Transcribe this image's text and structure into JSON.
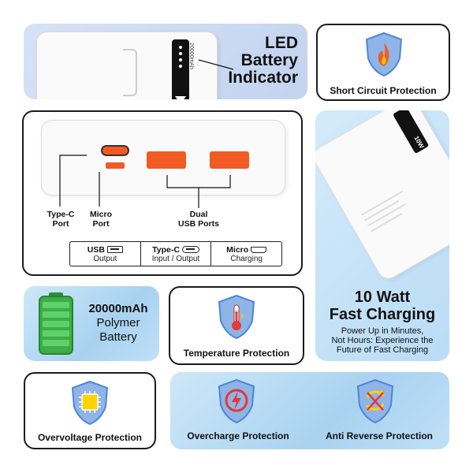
{
  "colors": {
    "shield": "#8fb4e6",
    "shield_edge": "#4d86d9",
    "port_orange": "#f15a22",
    "battery_green": "#3cae45",
    "frame": "#1b1b1b"
  },
  "led": {
    "title_lines": [
      "LED",
      "Battery",
      "Indicator"
    ],
    "device_capacity_text": "20000mAh"
  },
  "short_circuit": {
    "label": "Short Circuit Protection",
    "icon": "fire-icon"
  },
  "ports": {
    "type_c_label": "Type-C\nPort",
    "micro_label": "Micro\nPort",
    "dual_label": "Dual\nUSB Ports",
    "legend": [
      {
        "title": "USB",
        "sub": "Output",
        "icon": "usb-a-port-icon"
      },
      {
        "title": "Type-C",
        "sub": "Input / Output",
        "icon": "usb-c-port-icon"
      },
      {
        "title": "Micro",
        "sub": "Charging",
        "icon": "micro-usb-port-icon"
      }
    ]
  },
  "fast_charging": {
    "title_line1": "10 Watt",
    "title_line2": "Fast Charging",
    "subtitle": "Power Up in Minutes,\nNot Hours: Experience the\nFuture of Fast Charging",
    "device_badge": "10W"
  },
  "battery": {
    "line1": "20000mAh",
    "line2": "Polymer",
    "line3": "Battery",
    "icon": "battery-icon"
  },
  "temperature": {
    "label": "Temperature Protection",
    "icon": "thermometer-icon"
  },
  "overvoltage": {
    "label": "Overvoltage Protection",
    "icon": "chip-icon"
  },
  "overcharge": {
    "label": "Overcharge Protection",
    "icon": "lightning-icon"
  },
  "anti_reverse": {
    "label": "Anti Reverse Protection",
    "icon": "reverse-arrows-icon"
  }
}
